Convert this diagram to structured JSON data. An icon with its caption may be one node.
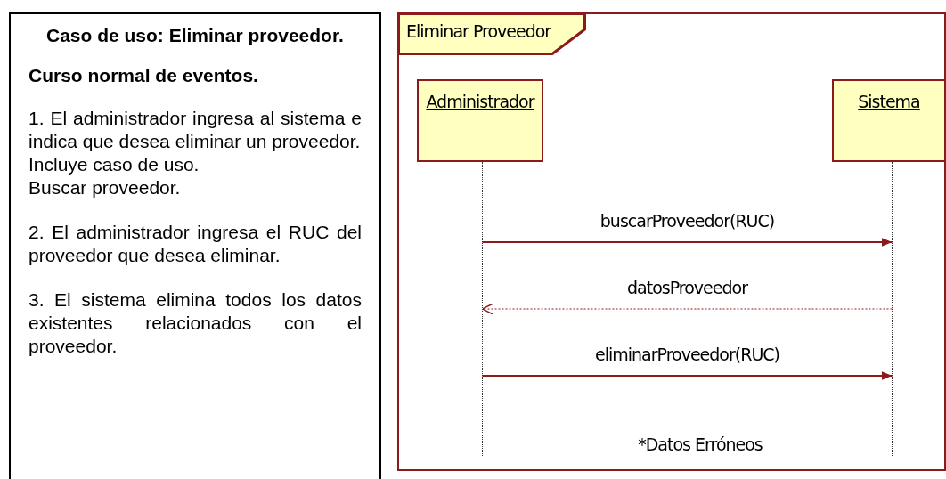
{
  "diagram": {
    "nodes": [
      {
        "text": [
          "Caso de uso: Eliminar proveedor.",
          "Curso normal de eventos.",
          "1. El administrador ingresa al sistema e indica que desea eliminar un proveedor.",
          "Incluye caso de uso.",
          "Buscar proveedor.",
          "2. El administrador ingresa el RUC del proveedor que desea eliminar.",
          "3. El sistema elimina todos los datos  existentes relacionados con el proveedor."
        ]
      },
      {
        "text": [
          "Eliminar Proveedor"
        ]
      },
      {
        "text": [
          "Administrador"
        ],
        "in": 1
      },
      {
        "text": [
          "Sistema"
        ],
        "in": 1
      },
      {
        "text": [],
        "shape": "line",
        "in": 1
      },
      {
        "text": [],
        "shape": "line",
        "in": 1
      }
    ],
    "edges": [
      {
        "from": 4,
        "to": 5,
        "arrow": "to",
        "label": "buscarProveedor(RUC)"
      },
      {
        "from": 5,
        "to": 4,
        "arrow": "to",
        "label": "datosProveedor",
        "style": "dashed"
      },
      {
        "from": 4,
        "to": 5,
        "arrow": "to",
        "label": "eliminarProveedor(RUC)"
      }
    ],
    "labels": [
      "*Datos Erróneos"
    ]
  }
}
